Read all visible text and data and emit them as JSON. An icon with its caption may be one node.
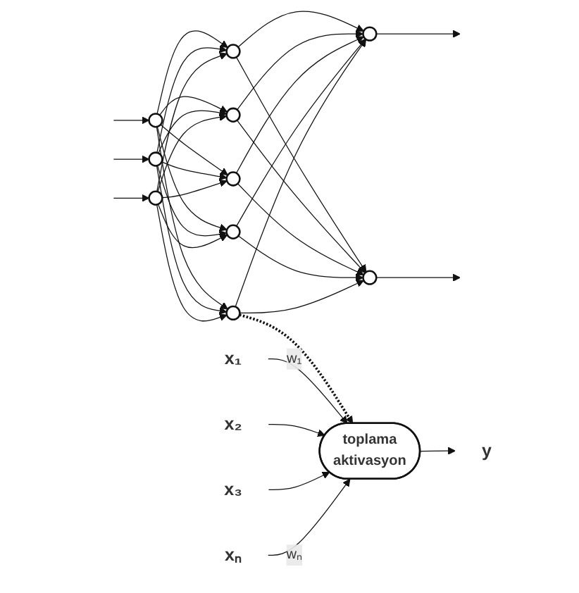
{
  "diagram": {
    "nodes": [
      {
        "text": [],
        "shape": "circle"
      },
      {
        "text": [],
        "shape": "circle"
      },
      {
        "text": [],
        "shape": "circle"
      },
      {
        "text": [],
        "shape": "circle"
      },
      {
        "text": [],
        "shape": "circle"
      },
      {
        "text": [],
        "shape": "circle"
      },
      {
        "text": [],
        "shape": "circle"
      },
      {
        "text": [],
        "shape": "circle"
      },
      {
        "text": [],
        "shape": "circle"
      },
      {
        "text": [],
        "shape": "circle"
      },
      {
        "text": [
          "x₁"
        ]
      },
      {
        "text": [
          "x₂"
        ]
      },
      {
        "text": [
          "x₃"
        ]
      },
      {
        "text": [
          "xₙ"
        ]
      },
      {
        "text": [
          "toplama",
          "aktivasyon"
        ]
      },
      {
        "text": [
          "y"
        ]
      }
    ],
    "edges": [
      {
        "from": null,
        "to": 0,
        "arrow": "to"
      },
      {
        "from": null,
        "to": 1,
        "arrow": "to"
      },
      {
        "from": null,
        "to": 2,
        "arrow": "to"
      },
      {
        "from": 0,
        "to": 3,
        "arrow": "to"
      },
      {
        "from": 0,
        "to": 4,
        "arrow": "to"
      },
      {
        "from": 0,
        "to": 5,
        "arrow": "to"
      },
      {
        "from": 0,
        "to": 6,
        "arrow": "to"
      },
      {
        "from": 0,
        "to": 7,
        "arrow": "to"
      },
      {
        "from": 1,
        "to": 3,
        "arrow": "to"
      },
      {
        "from": 1,
        "to": 4,
        "arrow": "to"
      },
      {
        "from": 1,
        "to": 5,
        "arrow": "to"
      },
      {
        "from": 1,
        "to": 6,
        "arrow": "to"
      },
      {
        "from": 1,
        "to": 7,
        "arrow": "to"
      },
      {
        "from": 2,
        "to": 3,
        "arrow": "to"
      },
      {
        "from": 2,
        "to": 4,
        "arrow": "to"
      },
      {
        "from": 2,
        "to": 5,
        "arrow": "to"
      },
      {
        "from": 2,
        "to": 6,
        "arrow": "to"
      },
      {
        "from": 2,
        "to": 7,
        "arrow": "to"
      },
      {
        "from": 3,
        "to": 8,
        "arrow": "to"
      },
      {
        "from": 3,
        "to": 9,
        "arrow": "to"
      },
      {
        "from": 4,
        "to": 8,
        "arrow": "to"
      },
      {
        "from": 4,
        "to": 9,
        "arrow": "to"
      },
      {
        "from": 5,
        "to": 8,
        "arrow": "to"
      },
      {
        "from": 5,
        "to": 9,
        "arrow": "to"
      },
      {
        "from": 6,
        "to": 8,
        "arrow": "to"
      },
      {
        "from": 6,
        "to": 9,
        "arrow": "to"
      },
      {
        "from": 7,
        "to": 8,
        "arrow": "to"
      },
      {
        "from": 7,
        "to": 9,
        "arrow": "to"
      },
      {
        "from": 8,
        "to": null,
        "arrow": "to"
      },
      {
        "from": 9,
        "to": null,
        "arrow": "to"
      },
      {
        "from": 7,
        "to": 14,
        "arrow": "to",
        "style": "dashed"
      },
      {
        "from": 10,
        "to": 14,
        "arrow": "to",
        "label": "w₁"
      },
      {
        "from": 11,
        "to": 14,
        "arrow": "to"
      },
      {
        "from": 12,
        "to": 14,
        "arrow": "to"
      },
      {
        "from": 13,
        "to": 14,
        "arrow": "to",
        "label": "wₙ"
      },
      {
        "from": 14,
        "to": 15,
        "arrow": "to"
      }
    ]
  }
}
